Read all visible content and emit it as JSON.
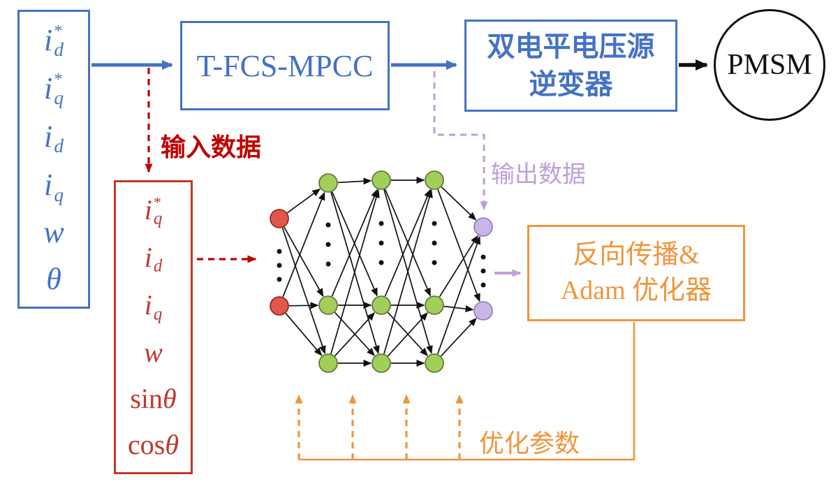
{
  "boxes": {
    "reference_inputs": {
      "items": [
        {
          "base": "i",
          "sup": "*",
          "sub": "d"
        },
        {
          "base": "i",
          "sup": "*",
          "sub": "q"
        },
        {
          "base": "i",
          "sub": "d"
        },
        {
          "base": "i",
          "sub": "q"
        },
        {
          "base": "w"
        },
        {
          "base": "θ"
        }
      ]
    },
    "controller": {
      "label": "T-FCS-MPCC"
    },
    "inverter": {
      "line1": "双电平电压源",
      "line2": "逆变器"
    },
    "motor": {
      "label": "PMSM"
    },
    "nn_inputs": {
      "items": [
        {
          "base": "i",
          "sup": "*",
          "sub": "q"
        },
        {
          "base": "i",
          "sub": "d"
        },
        {
          "base": "i",
          "sub": "q"
        },
        {
          "base": "w"
        },
        {
          "prefix": "sin",
          "base": "θ"
        },
        {
          "prefix": "cos",
          "base": "θ"
        }
      ]
    },
    "optimizer": {
      "line1": "反向传播&",
      "line2": "Adam 优化器"
    }
  },
  "labels": {
    "input_data": "输入数据",
    "output_data": "输出数据",
    "optimization_params": "优化参数"
  },
  "colors": {
    "blue": "#4472C4",
    "red": "#C00000",
    "red_box": "#C0392B",
    "purple": "#BCA0D8",
    "purple_node": "#C9B5E8",
    "orange": "#F0953C",
    "green_node": "#A2CE5A",
    "red_node": "#E2574C",
    "line": "#111111"
  }
}
